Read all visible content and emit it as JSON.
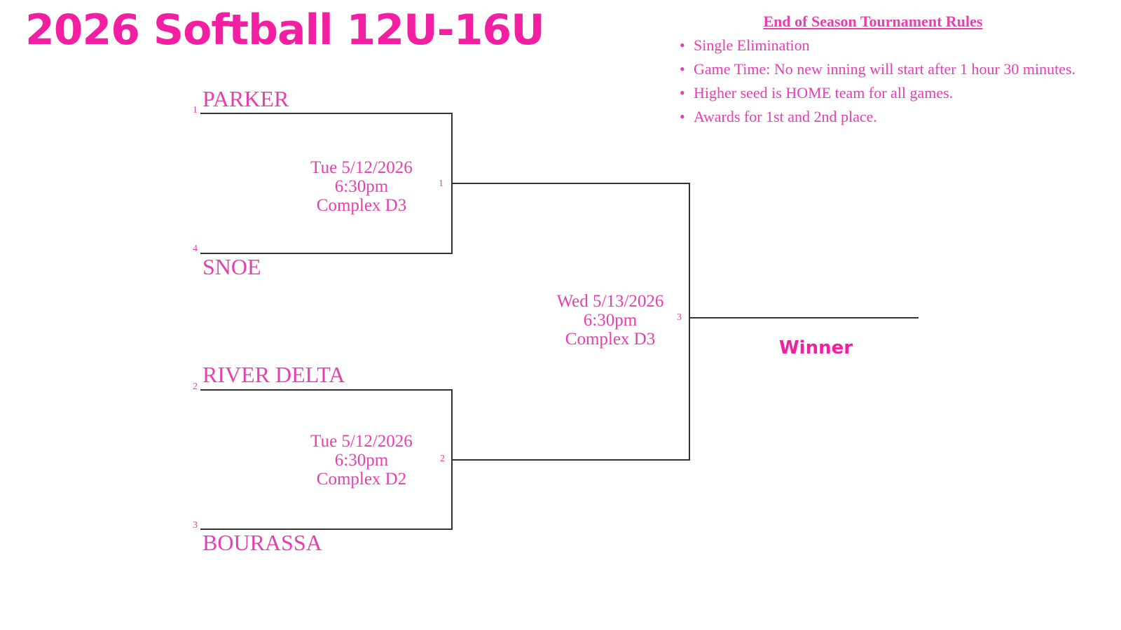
{
  "title": "2026 Softball 12U-16U",
  "colors": {
    "accent": "#f21fa3",
    "text": "#e53fb0",
    "line": "#333333"
  },
  "rules": {
    "heading": "End of Season Tournament Rules",
    "items": [
      "Single Elimination",
      "Game Time: No new inning will start after 1 hour 30 minutes.",
      "Higher seed is HOME team for all games.",
      "Awards for 1st and 2nd place."
    ]
  },
  "bracket": {
    "teams": [
      {
        "seed": "1",
        "name": "PARKER"
      },
      {
        "seed": "4",
        "name": "SNOE"
      },
      {
        "seed": "2",
        "name": "RIVER DELTA"
      },
      {
        "seed": "3",
        "name": "BOURASSA"
      }
    ],
    "games": [
      {
        "number": "1",
        "day": "Tue 5/12/2026",
        "time": "6:30pm",
        "location": "Complex D3"
      },
      {
        "number": "2",
        "day": "Tue 5/12/2026",
        "time": "6:30pm",
        "location": "Complex D2"
      },
      {
        "number": "3",
        "day": "Wed 5/13/2026",
        "time": "6:30pm",
        "location": "Complex D3"
      }
    ],
    "winner_label": "Winner"
  }
}
